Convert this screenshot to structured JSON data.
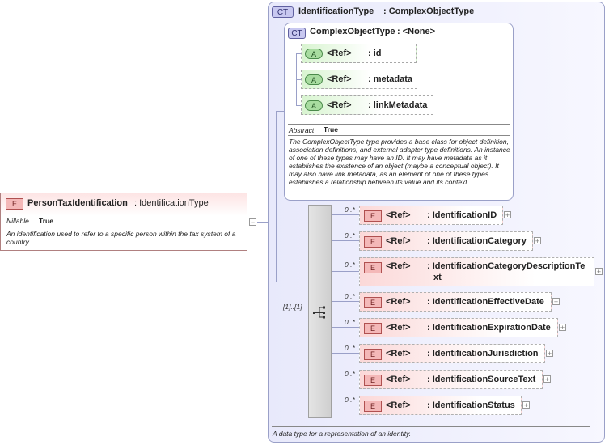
{
  "root": {
    "badge": "E",
    "name": "PersonTaxIdentification",
    "type": ": IdentificationType",
    "nillable_label": "Nillable",
    "nillable_value": "True",
    "description": "An identification used to refer to a specific person within the tax system of a country."
  },
  "outer_type": {
    "badge": "CT",
    "name": "IdentificationType",
    "base": ": ComplexObjectType",
    "description": "A data type for a representation of an identity."
  },
  "inner_type": {
    "badge": "CT",
    "name": "ComplexObjectType",
    "base": ": <None>",
    "abstract_label": "Abstract",
    "abstract_value": "True",
    "description": "The ComplexObjectType type provides a base class for object definition, association definitions, and external adapter type definitions. An instance of one of these types may have an ID. It may have metadata as it establishes the existence of an object (maybe a conceptual object). It may also have link metadata, as an element of one of these types establishes a relationship between its value and its context."
  },
  "attributes": [
    {
      "badge": "A",
      "ref": "<Ref>",
      "name": ": id"
    },
    {
      "badge": "A",
      "ref": "<Ref>",
      "name": ": metadata"
    },
    {
      "badge": "A",
      "ref": "<Ref>",
      "name": ": linkMetadata"
    }
  ],
  "sequence": {
    "occurrence": "[1]..[1]"
  },
  "elements": [
    {
      "occ": "0..*",
      "badge": "E",
      "ref": "<Ref>",
      "name": ": IdentificationID",
      "plus": "+"
    },
    {
      "occ": "0..*",
      "badge": "E",
      "ref": "<Ref>",
      "name": ": IdentificationCategory",
      "plus": "+"
    },
    {
      "occ": "0..*",
      "badge": "E",
      "ref": "<Ref>",
      "name": ": IdentificationCategoryDescriptionTe",
      "name2": "xt",
      "plus": "+"
    },
    {
      "occ": "0..*",
      "badge": "E",
      "ref": "<Ref>",
      "name": ": IdentificationEffectiveDate",
      "plus": "+"
    },
    {
      "occ": "0..*",
      "badge": "E",
      "ref": "<Ref>",
      "name": ": IdentificationExpirationDate",
      "plus": "+"
    },
    {
      "occ": "0..*",
      "badge": "E",
      "ref": "<Ref>",
      "name": ": IdentificationJurisdiction",
      "plus": "+"
    },
    {
      "occ": "0..*",
      "badge": "E",
      "ref": "<Ref>",
      "name": ": IdentificationSourceText",
      "plus": "+"
    },
    {
      "occ": "0..*",
      "badge": "E",
      "ref": "<Ref>",
      "name": ": IdentificationStatus",
      "plus": "+"
    }
  ],
  "root_collapse": "−"
}
